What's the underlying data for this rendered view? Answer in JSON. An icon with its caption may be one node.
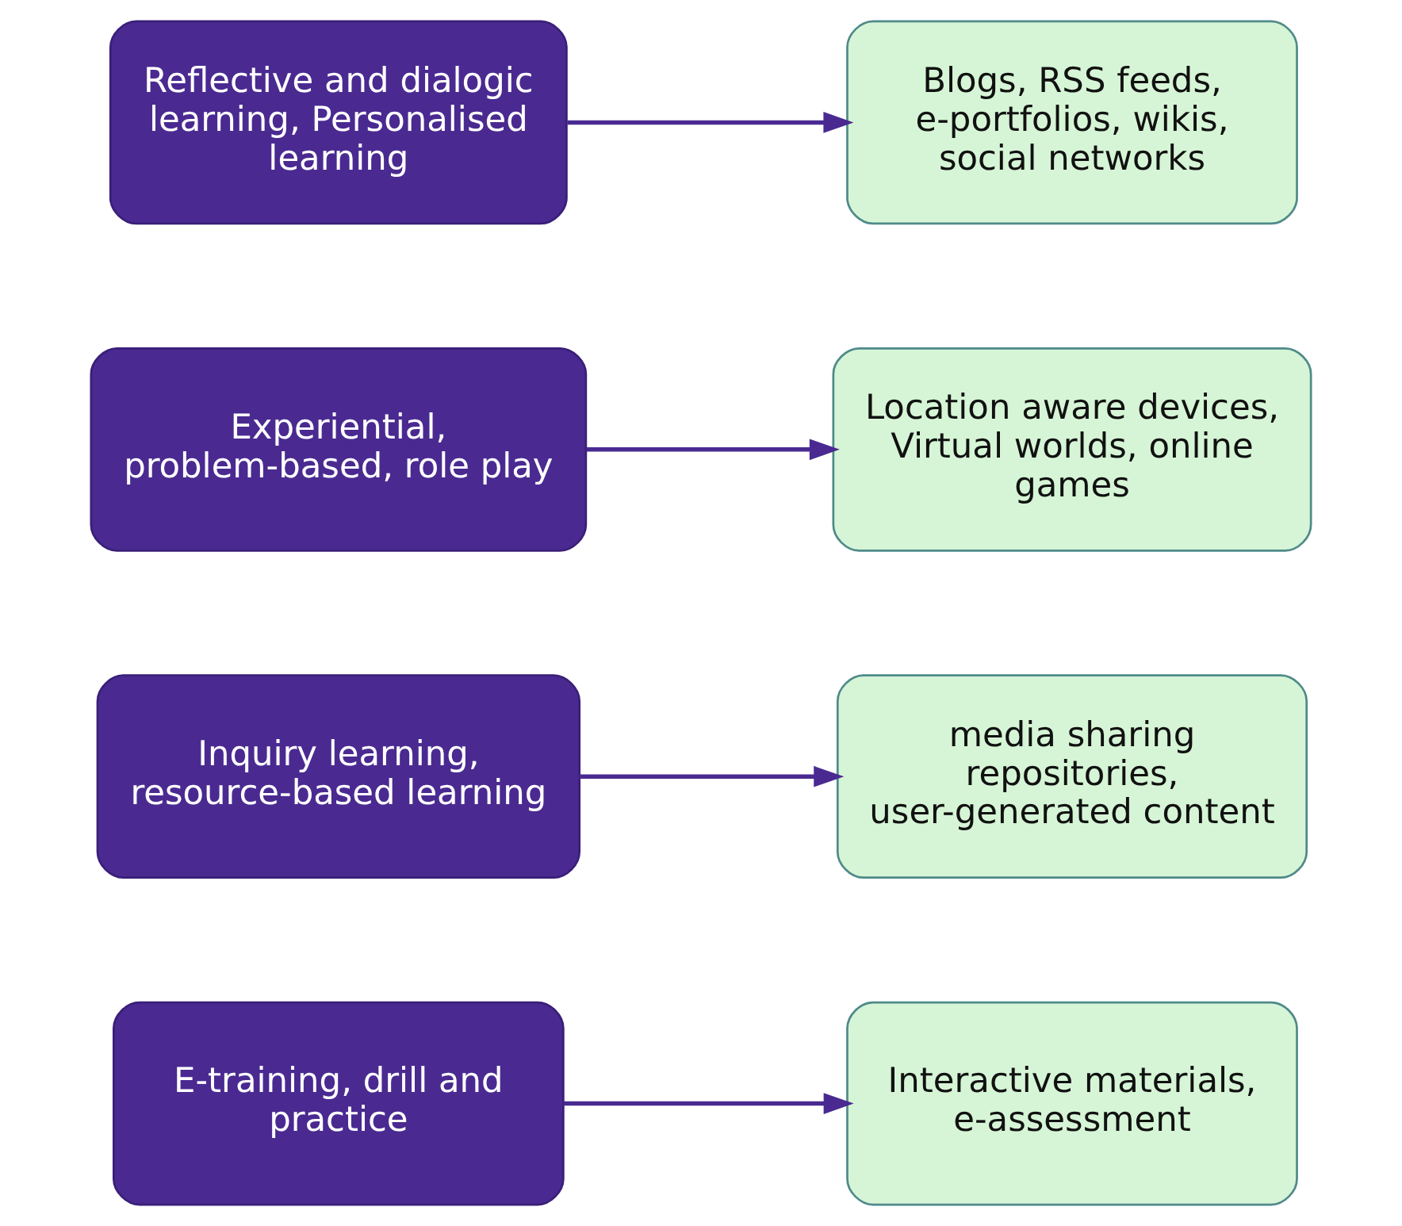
{
  "diagram": {
    "nodes": [
      {
        "text": [
          "E-training, drill and practice"
        ]
      },
      {
        "text": [
          "Interactive materials, e-assessment"
        ]
      },
      {
        "text": [
          "Inquiry learning, resource-based learning"
        ]
      },
      {
        "text": [
          "media sharing repositories, user-generated content"
        ]
      },
      {
        "text": [
          "Experiential, problem-based, role play"
        ]
      },
      {
        "text": [
          "Location aware devices, Virtual worlds, online games"
        ]
      },
      {
        "text": [
          "Reflective and dialogic learning, Personalised learning"
        ]
      },
      {
        "text": [
          "Blogs, RSS feeds, e-portfolios, wikis, social networks"
        ]
      }
    ],
    "edges": [
      {
        "from": 0,
        "to": 1,
        "arrow": "to"
      },
      {
        "from": 2,
        "to": 3,
        "arrow": "to"
      },
      {
        "from": 4,
        "to": 5,
        "arrow": "to"
      },
      {
        "from": 6,
        "to": 7,
        "arrow": "to"
      }
    ]
  }
}
